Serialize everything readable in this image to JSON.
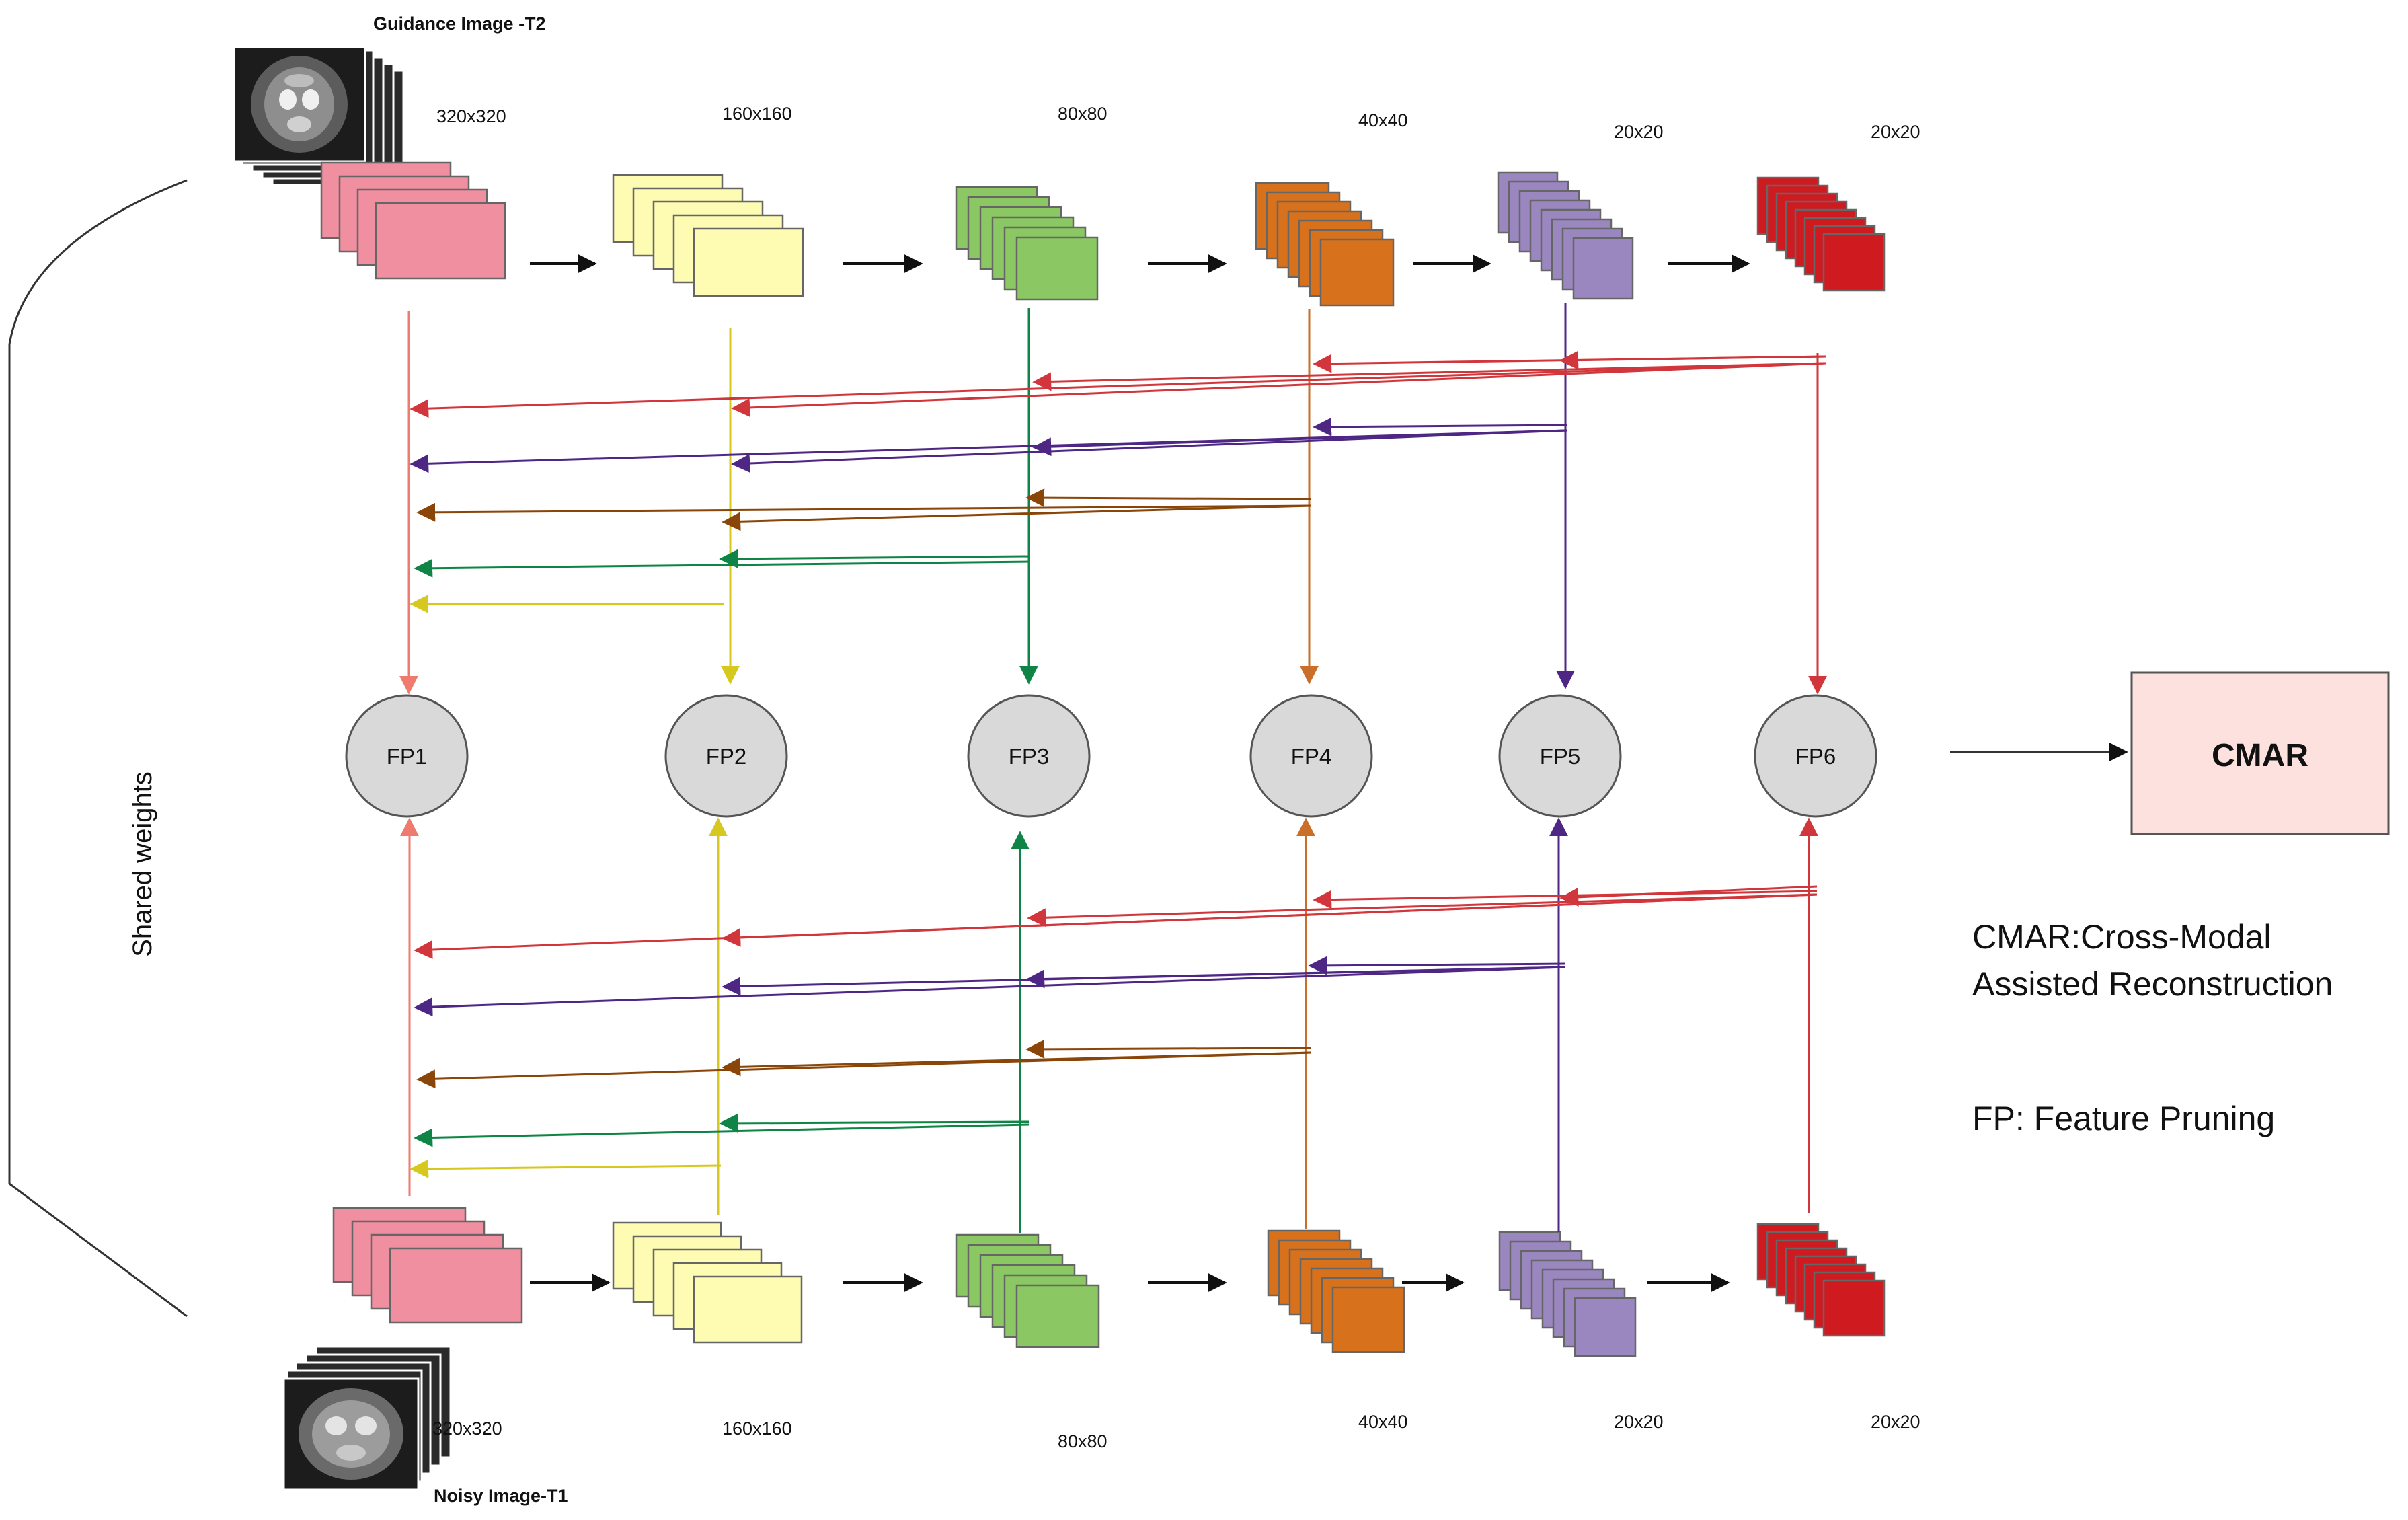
{
  "images": {
    "guidance_label": "Guidance Image -T2",
    "noisy_label": "Noisy Image-T1"
  },
  "top_sizes": [
    "320x320",
    "160x160",
    "80x80",
    "40x40",
    "20x20",
    "20x20"
  ],
  "bottom_sizes": [
    "320x320",
    "160x160",
    "80x80",
    "40x40",
    "20x20",
    "20x20"
  ],
  "fp_nodes": [
    "FP1",
    "FP2",
    "FP3",
    "FP4",
    "FP5",
    "FP6"
  ],
  "cmar_box": "CMAR",
  "shared_weights": "Shared weights",
  "legend": {
    "cmar_line1": "CMAR:Cross-Modal",
    "cmar_line2": "Assisted Reconstruction",
    "fp": "FP: Feature Pruning"
  },
  "colors": {
    "level1": "#ef8f9f",
    "level2": "#fefbb3",
    "level3": "#8bc864",
    "level4": "#d8711b",
    "level5": "#9b87c0",
    "level6": "#cf1a20",
    "arrow_level1": "#ef7a6e",
    "arrow_level2": "#d6c81e",
    "arrow_level3": "#0f8446",
    "arrow_level4": "#8a4508",
    "arrow_level5": "#4e2785",
    "arrow_level6": "#d0363b",
    "vertical_level4": "#c96f2a",
    "fp_fill": "#d9d9d9",
    "cmar_fill": "#fde1de"
  }
}
